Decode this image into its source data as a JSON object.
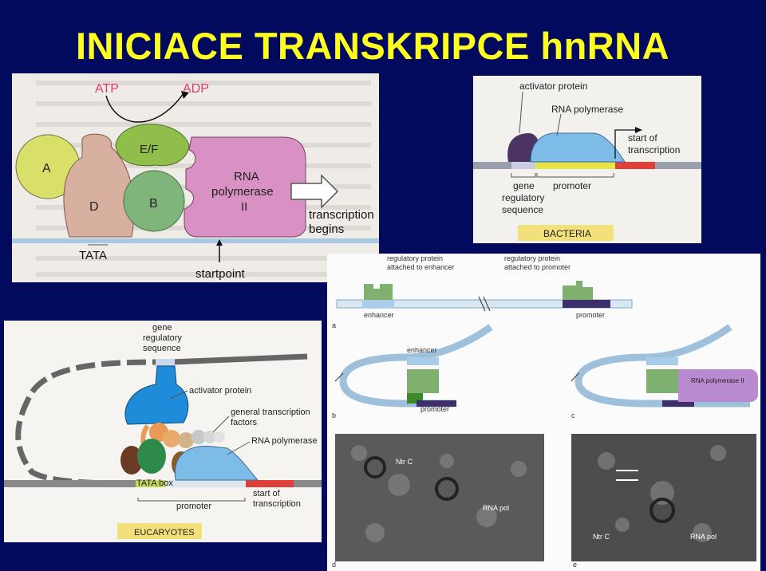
{
  "slide": {
    "title": "INICIACE TRANSKRIPCE hnRNA",
    "background_color": "#020a5e",
    "title_color": "#ffff1f"
  },
  "panel_a": {
    "atp": "ATP",
    "adp": "ADP",
    "factor_a": "A",
    "factor_ef": "E/F",
    "factor_d": "D",
    "factor_b": "B",
    "rna_pol_line1": "RNA",
    "rna_pol_line2": "polymerase",
    "rna_pol_line3": "II",
    "tx_begins_line1": "transcription",
    "tx_begins_line2": "begins",
    "tata": "TATA",
    "startpoint": "startpoint"
  },
  "panel_bacteria": {
    "activator": "activator protein",
    "rna_pol": "RNA polymerase",
    "start_line1": "start of",
    "start_line2": "transcription",
    "gene_line1": "gene",
    "gene_line2": "regulatory",
    "gene_line3": "sequence",
    "promoter": "promoter",
    "badge": "BACTERIA"
  },
  "panel_eucaryotes": {
    "gene_line1": "gene",
    "gene_line2": "regulatory",
    "gene_line3": "sequence",
    "activator": "activator protein",
    "gtf_line1": "general transcription",
    "gtf_line2": "factors",
    "rna_pol": "RNA polymerase",
    "tata_box": "TATA box",
    "promoter": "promoter",
    "start_line1": "start of",
    "start_line2": "transcription",
    "badge": "EUCARYOTES"
  },
  "panel_loop": {
    "reg_enh_line1": "regulatory protein",
    "reg_enh_line2": "attached to enhancer",
    "reg_prom_line1": "regulatory protein",
    "reg_prom_line2": "attached to promoter",
    "enhancer": "enhancer",
    "promoter": "promoter",
    "label_a": "a",
    "label_b": "b",
    "label_c": "c",
    "label_d": "d",
    "label_e": "e",
    "enhancer_b": "enhancer",
    "promoter_b": "promoter",
    "rna_pol_c": "RNA polymerase II",
    "ntrc_d": "Ntr C",
    "rnapol_d": "RNA pol",
    "ntrc_e": "Ntr C",
    "rnapol_e": "RNA pol"
  }
}
